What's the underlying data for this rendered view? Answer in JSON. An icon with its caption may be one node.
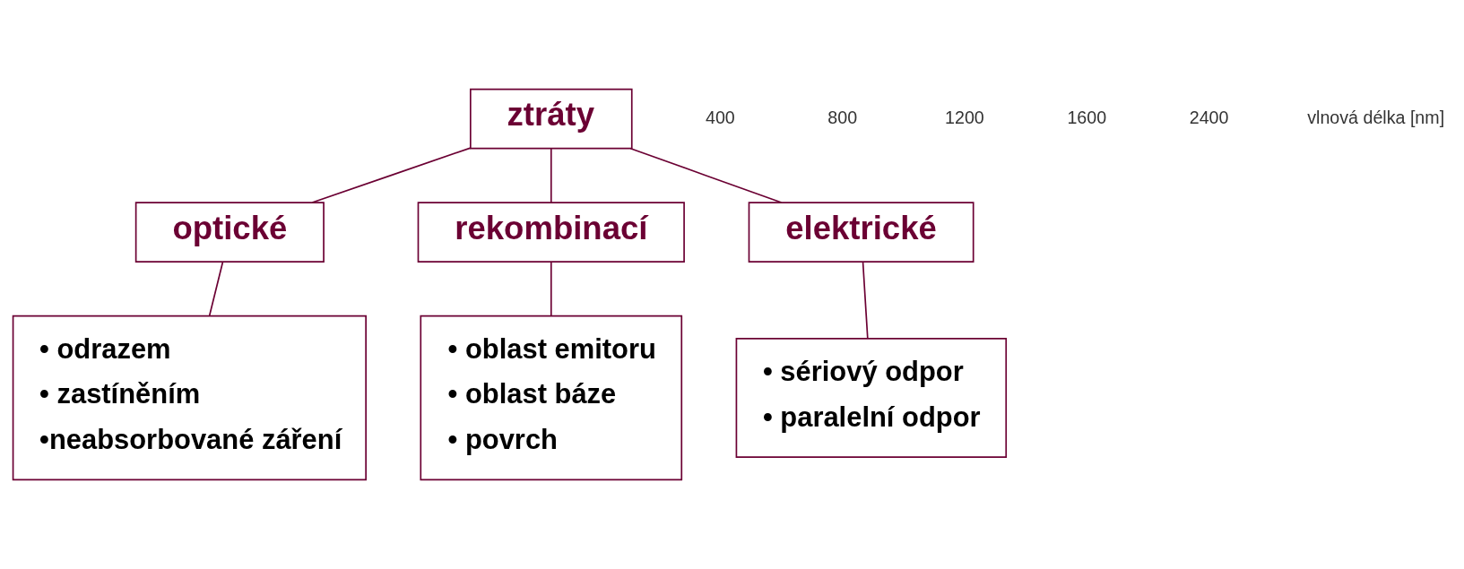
{
  "diagram": {
    "nodes": [
      {
        "text": [
          "ztráty"
        ]
      },
      {
        "text": [
          "optické"
        ]
      },
      {
        "text": [
          "rekombinací"
        ]
      },
      {
        "text": [
          "elektrické"
        ]
      },
      {
        "text": [
          "• odrazem",
          "• zastíněním",
          "•neabsorbované záření"
        ]
      },
      {
        "text": [
          "• oblast emitoru",
          "• oblast báze",
          "• povrch"
        ]
      },
      {
        "text": [
          "• sériový odpor",
          "• paralelní odpor"
        ]
      }
    ],
    "edges": [
      {
        "from": 0,
        "to": 1,
        "arrow": "none"
      },
      {
        "from": 0,
        "to": 2,
        "arrow": "none"
      },
      {
        "from": 0,
        "to": 3,
        "arrow": "none"
      },
      {
        "from": 1,
        "to": 4,
        "arrow": "none"
      },
      {
        "from": 2,
        "to": 5,
        "arrow": "none"
      },
      {
        "from": 3,
        "to": 6,
        "arrow": "none"
      }
    ],
    "labels": [
      "400",
      "800",
      "1200",
      "1600",
      "2400",
      "vlnová délka [nm]"
    ]
  }
}
